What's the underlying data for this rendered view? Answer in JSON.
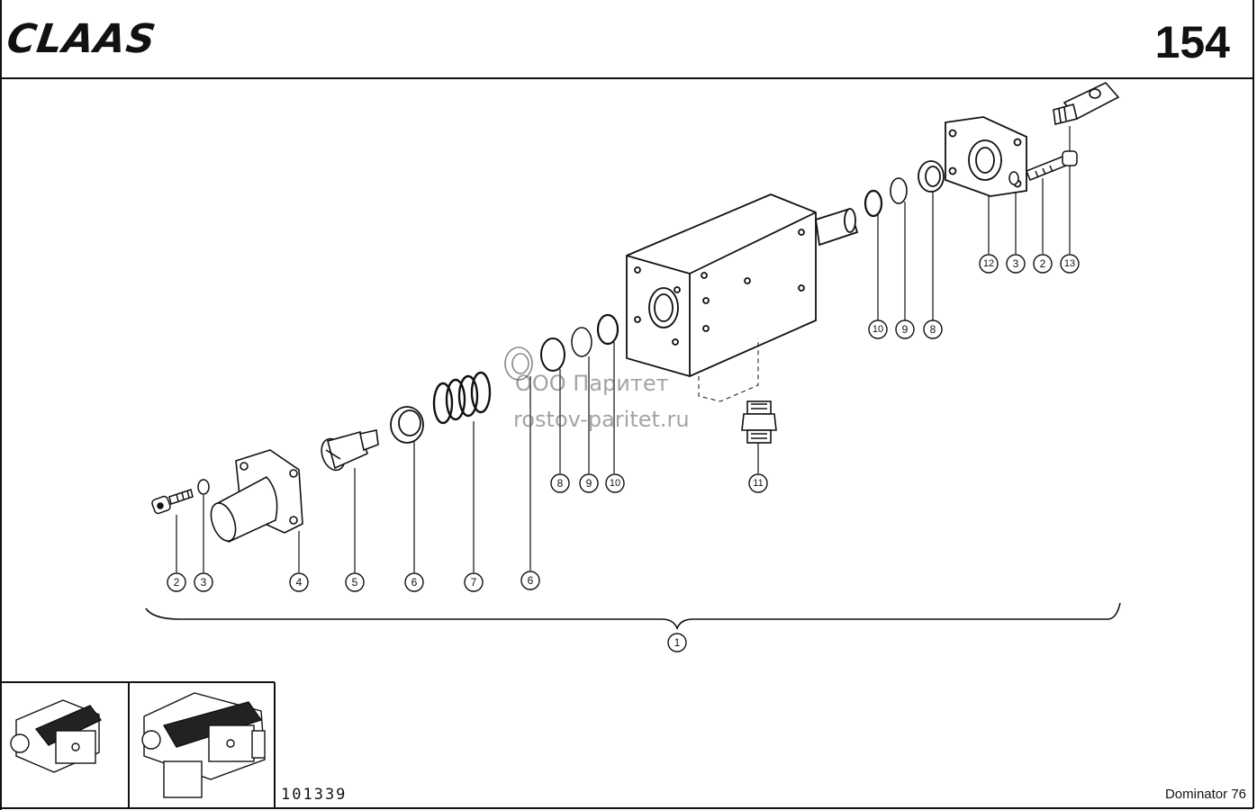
{
  "header": {
    "brand": "CLAAS",
    "page_number": "154"
  },
  "footer": {
    "drawing_number": "101339",
    "model": "Dominator 76"
  },
  "watermark": {
    "line1": "ООО Паритет",
    "line2": "rostov-paritet.ru"
  },
  "callouts": {
    "c1": "1",
    "c2a": "2",
    "c3a": "3",
    "c4": "4",
    "c5": "5",
    "c6a": "6",
    "c7": "7",
    "c6b": "6",
    "c8a": "8",
    "c9a": "9",
    "c10a": "10",
    "c11": "11",
    "c10b": "10",
    "c9b": "9",
    "c8b": "8",
    "c12": "12",
    "c3b": "3",
    "c2b": "2",
    "c13": "13"
  },
  "colors": {
    "ink": "#111111",
    "paper": "#ffffff",
    "watermark": "#8a8a8a"
  }
}
